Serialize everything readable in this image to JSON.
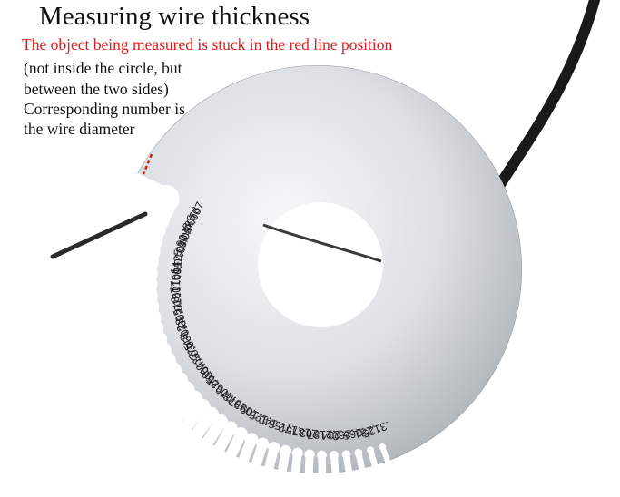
{
  "title": "Measuring wire thickness",
  "instruction_red": "The object being measured is stuck in the red line position",
  "instruction_lines": [
    "(not inside the circle, but",
    "between the two sides)",
    "Corresponding number is",
    "the wire diameter"
  ],
  "gauge_labels": [
    ".007",
    ".0078",
    ".0085",
    ".0093",
    ".010",
    ".0109",
    ".0125",
    ".014",
    ".0156",
    ".017",
    ".0187",
    ".0218",
    ".025",
    ".028",
    ".0312",
    ".0343",
    ".0375",
    ".0437",
    ".050",
    ".056",
    ".0625",
    ".070",
    ".078",
    ".0937",
    ".109",
    ".125",
    ".140",
    ".156",
    ".172",
    ".1875",
    ".203",
    ".2187",
    ".234",
    ".250",
    ".265",
    ".281",
    ".3125"
  ],
  "colors": {
    "instruction": "#e31b1b",
    "text": "#111111",
    "steel_light": "#eceef0",
    "steel_dark": "#9ca3aa",
    "wire": "#1a1a1a",
    "marker": "#e31b1b"
  }
}
